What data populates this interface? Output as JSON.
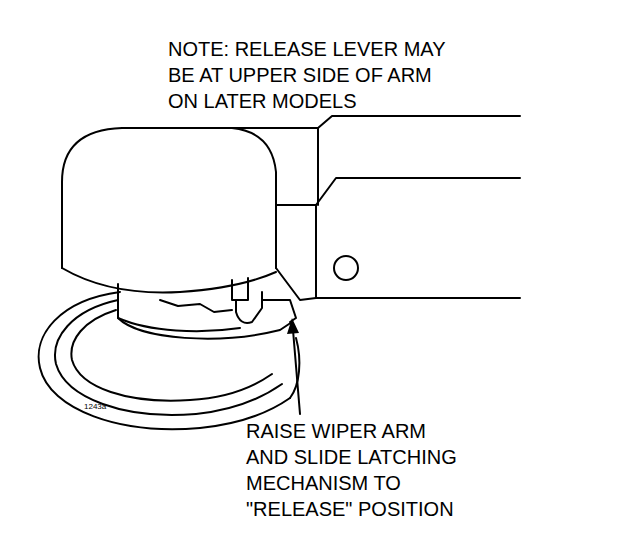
{
  "diagram": {
    "labels": [
      "NOTE: RELEASE LEVER MAY BE AT UPPER SIDE OF ARM ON LATER MODELS",
      "RAISE WIPER ARM AND SLIDE LATCHING MECHANISM TO \"RELEASE\" POSITION",
      "1243a"
    ]
  }
}
